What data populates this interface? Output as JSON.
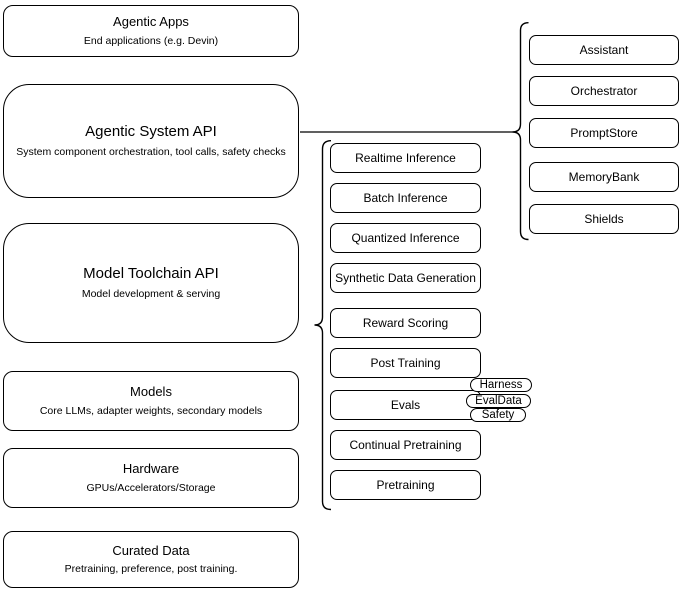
{
  "diagram": {
    "title": "Agentic system architecture stack",
    "colors": {
      "stroke": "#000000",
      "fill": "#ffffff",
      "background": "#ffffff"
    },
    "left_column": [
      {
        "title": "Agentic Apps",
        "subtitle": "End applications (e.g. Devin)"
      },
      {
        "title": "Agentic System API",
        "subtitle": "System component orchestration, tool calls, safety checks"
      },
      {
        "title": "Model Toolchain API",
        "subtitle": "Model development & serving"
      },
      {
        "title": "Models",
        "subtitle": "Core LLMs, adapter weights, secondary models"
      },
      {
        "title": "Hardware",
        "subtitle": "GPUs/Accelerators/Storage"
      },
      {
        "title": "Curated Data",
        "subtitle": "Pretraining, preference, post training."
      }
    ],
    "toolchain_items": [
      "Realtime Inference",
      "Batch Inference",
      "Quantized Inference",
      "Synthetic Data Generation",
      "Reward Scoring",
      "Post Training",
      "Evals",
      "Continual Pretraining",
      "Pretraining"
    ],
    "evals_tags": [
      "Harness",
      "EvalData",
      "Safety"
    ],
    "system_components": [
      "Assistant",
      "Orchestrator",
      "PromptStore",
      "MemoryBank",
      "Shields"
    ]
  }
}
